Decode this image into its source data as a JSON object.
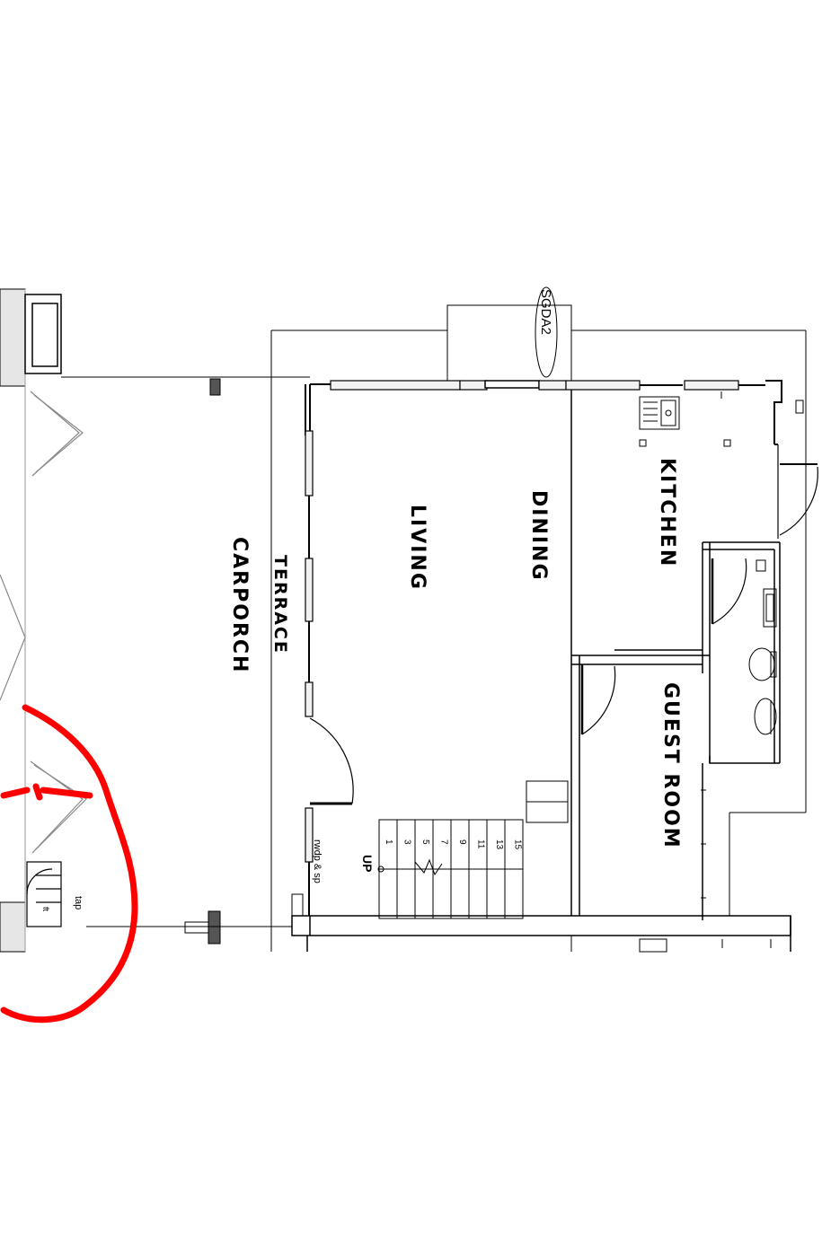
{
  "rooms": {
    "kitchen": "KITCHEN",
    "dining": "DINING",
    "living": "LIVING",
    "terrace": "TERRACE",
    "carporch": "CARPORCH",
    "guest_room": "GUEST ROOM"
  },
  "labels": {
    "up": "UP",
    "rwdp": "rwdp & sp",
    "tap": "tap",
    "ft": "ft",
    "door_tag": "SGDA2"
  },
  "stair_steps": [
    "1",
    "3",
    "5",
    "7",
    "9",
    "11",
    "13",
    "15"
  ],
  "colors": {
    "line": "#000000",
    "markup": "#ff0000"
  }
}
